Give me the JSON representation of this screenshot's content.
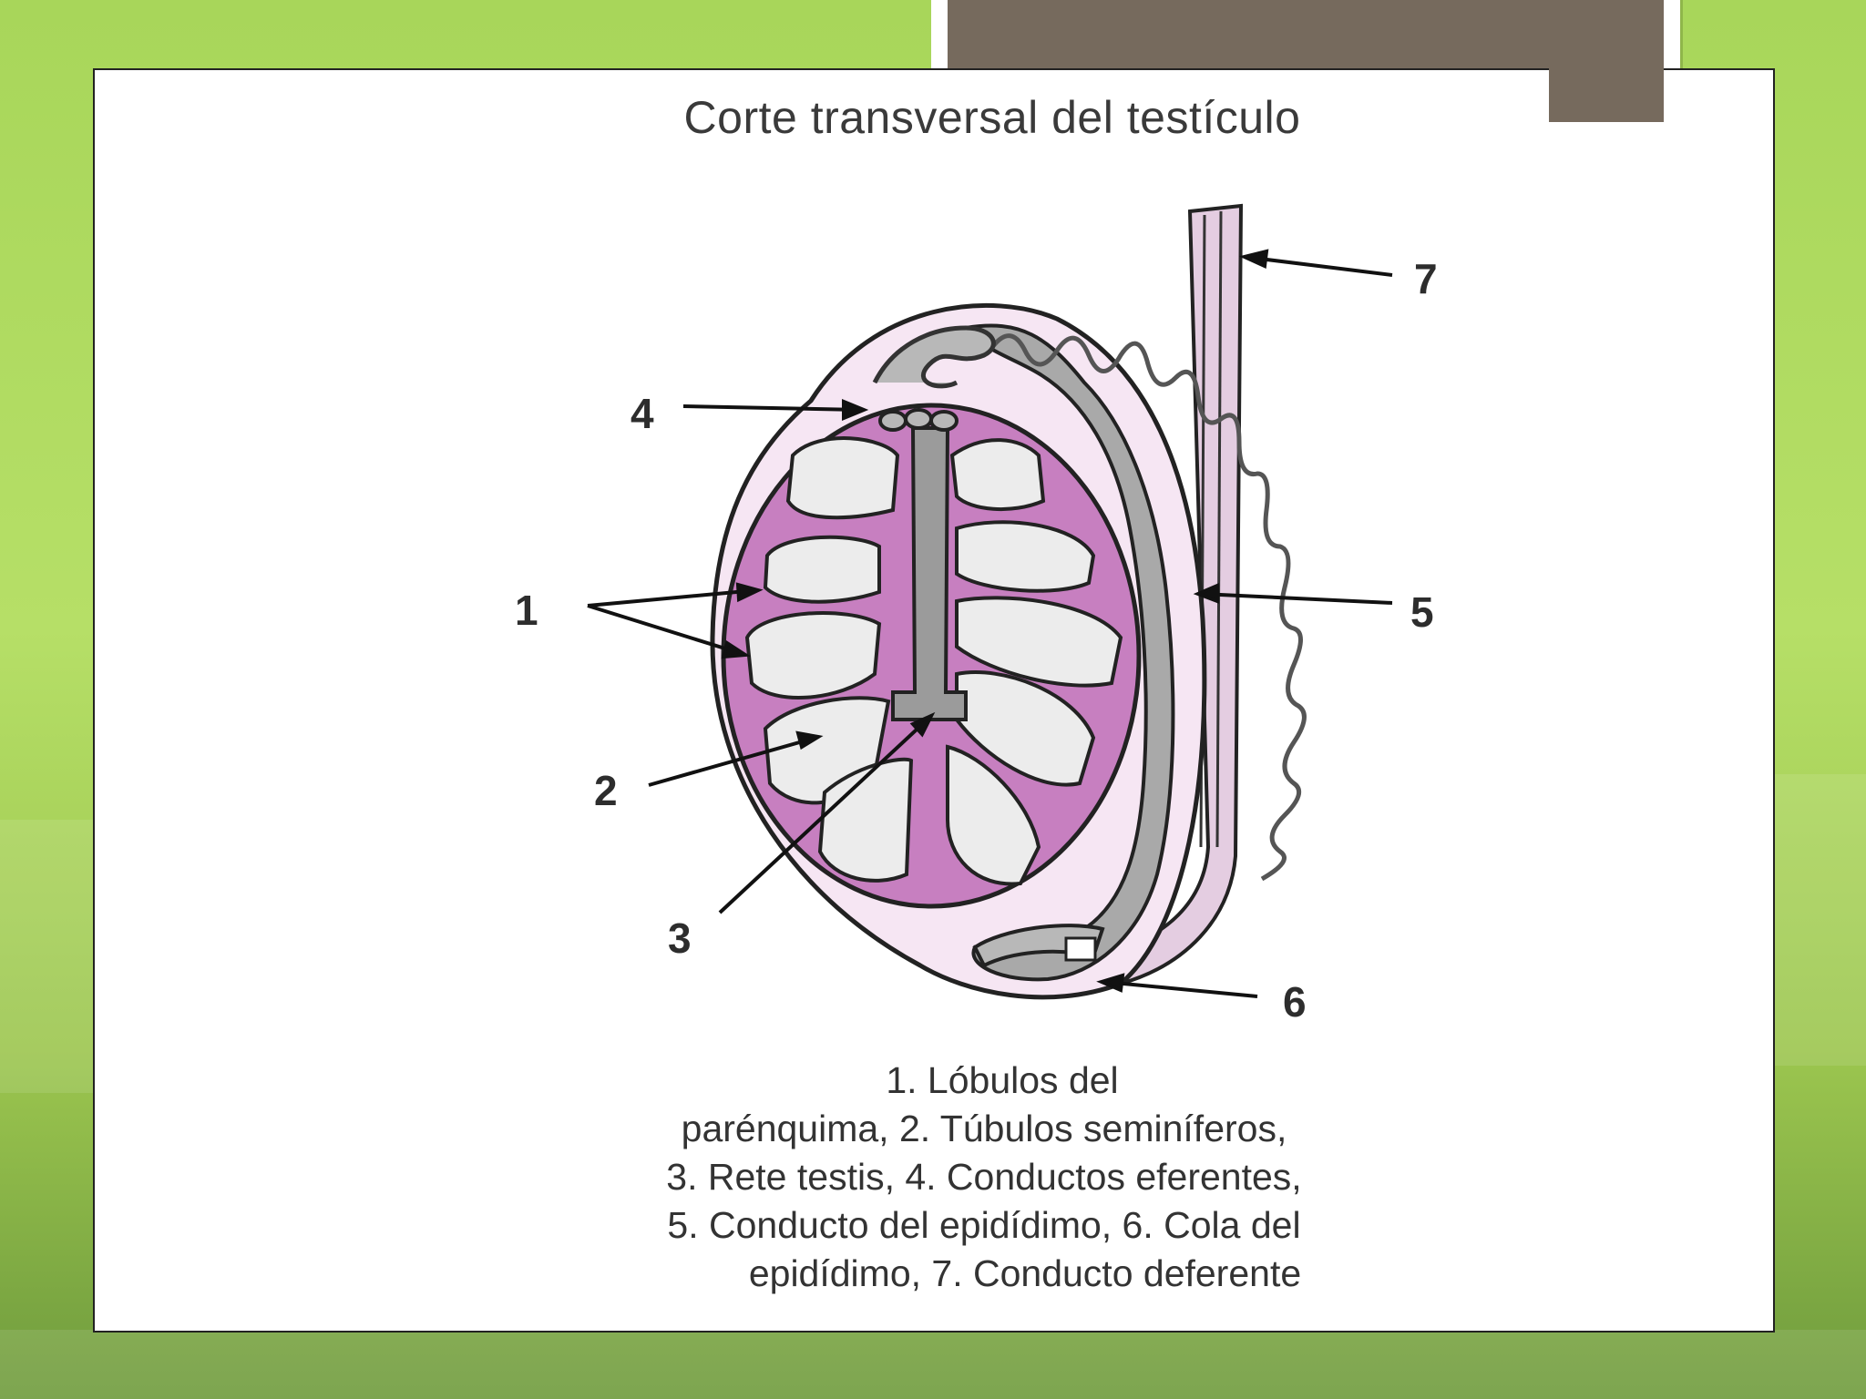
{
  "slide": {
    "title": "Corte transversal del testículo"
  },
  "labels": {
    "n1": "1",
    "n2": "2",
    "n3": "3",
    "n4": "4",
    "n5": "5",
    "n6": "6",
    "n7": "7"
  },
  "caption": {
    "line1": "1. Lóbulos del",
    "line2": "parénquima, 2. Túbulos seminíferos,",
    "line3": "3. Rete testis, 4. Conductos eferentes,",
    "line4": "5. Conducto del epidídimo, 6. Cola del",
    "line5": "epidídimo, 7. Conducto deferente"
  },
  "colors": {
    "background_green": "#a8d65a",
    "accent_brown": "#766a5d",
    "parenchyma_pink": "#c77fc0",
    "tunica_pink": "#f3e1f0",
    "tubule_gray": "#9b9b9b"
  }
}
